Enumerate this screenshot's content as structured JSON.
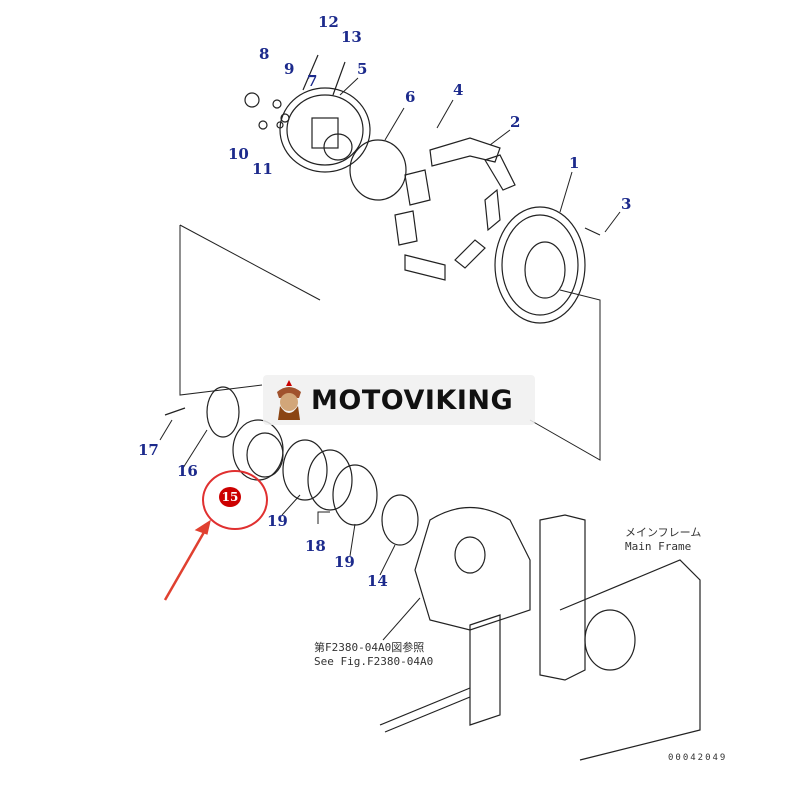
{
  "callouts": {
    "c1": "1",
    "c2": "2",
    "c3": "3",
    "c4": "4",
    "c5": "5",
    "c6": "6",
    "c7": "7",
    "c8": "8",
    "c9": "9",
    "c10": "10",
    "c11": "11",
    "c12": "12",
    "c13": "13",
    "c14": "14",
    "c15": "15",
    "c16": "16",
    "c17": "17",
    "c18": "18",
    "c19a": "19",
    "c19b": "19"
  },
  "watermark": "MOTOVIKING",
  "main_frame": {
    "jp": "メインフレーム",
    "en": "Main Frame"
  },
  "see_fig": {
    "jp": "第F2380-04A0図参照",
    "en": "See Fig.F2380-04A0"
  },
  "drawing_id": "00042049",
  "colors": {
    "callout": "#1c2a8c",
    "highlight": "#e03030",
    "arrow": "#e04030"
  }
}
